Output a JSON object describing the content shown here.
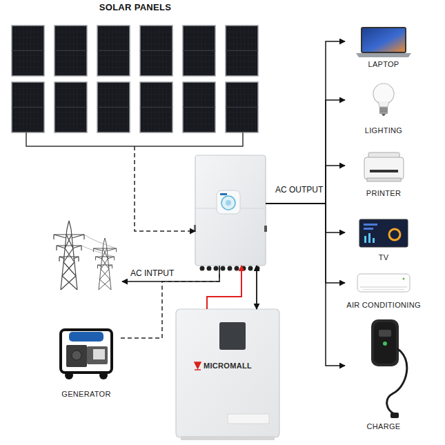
{
  "diagram": {
    "nodes": [
      {
        "text": [
          "SOLAR PANELS"
        ]
      },
      {
        "text": []
      },
      {
        "text": []
      },
      {
        "text": [
          "GENERATOR"
        ]
      },
      {
        "text": [
          "MICROMALL"
        ]
      },
      {
        "text": [
          "LAPTOP"
        ]
      },
      {
        "text": [
          "LIGHTING"
        ]
      },
      {
        "text": [
          "PRINTER"
        ]
      },
      {
        "text": [
          "TV"
        ]
      },
      {
        "text": [
          "AIR CONDITIONING"
        ]
      },
      {
        "text": [
          "CHARGE"
        ]
      }
    ],
    "edges": [
      {
        "from": 0,
        "to": 1,
        "arrow": "to"
      },
      {
        "from": 1,
        "to": 2,
        "label": "AC INTPUT",
        "arrow": "to"
      },
      {
        "from": 3,
        "to": 1,
        "arrow": "none"
      },
      {
        "from": 4,
        "to": 1,
        "arrow": "to"
      },
      {
        "from": 1,
        "to": 4,
        "arrow": "both"
      },
      {
        "from": 1,
        "to": 5,
        "arrow": "to"
      },
      {
        "from": 1,
        "to": 6,
        "arrow": "to"
      },
      {
        "from": 1,
        "to": 7,
        "arrow": "to"
      },
      {
        "from": 1,
        "to": 8,
        "arrow": "to"
      },
      {
        "from": 1,
        "to": 9,
        "arrow": "to"
      },
      {
        "from": 1,
        "to": 10,
        "arrow": "to"
      }
    ],
    "labels": [
      "AC OUTPUT"
    ]
  }
}
